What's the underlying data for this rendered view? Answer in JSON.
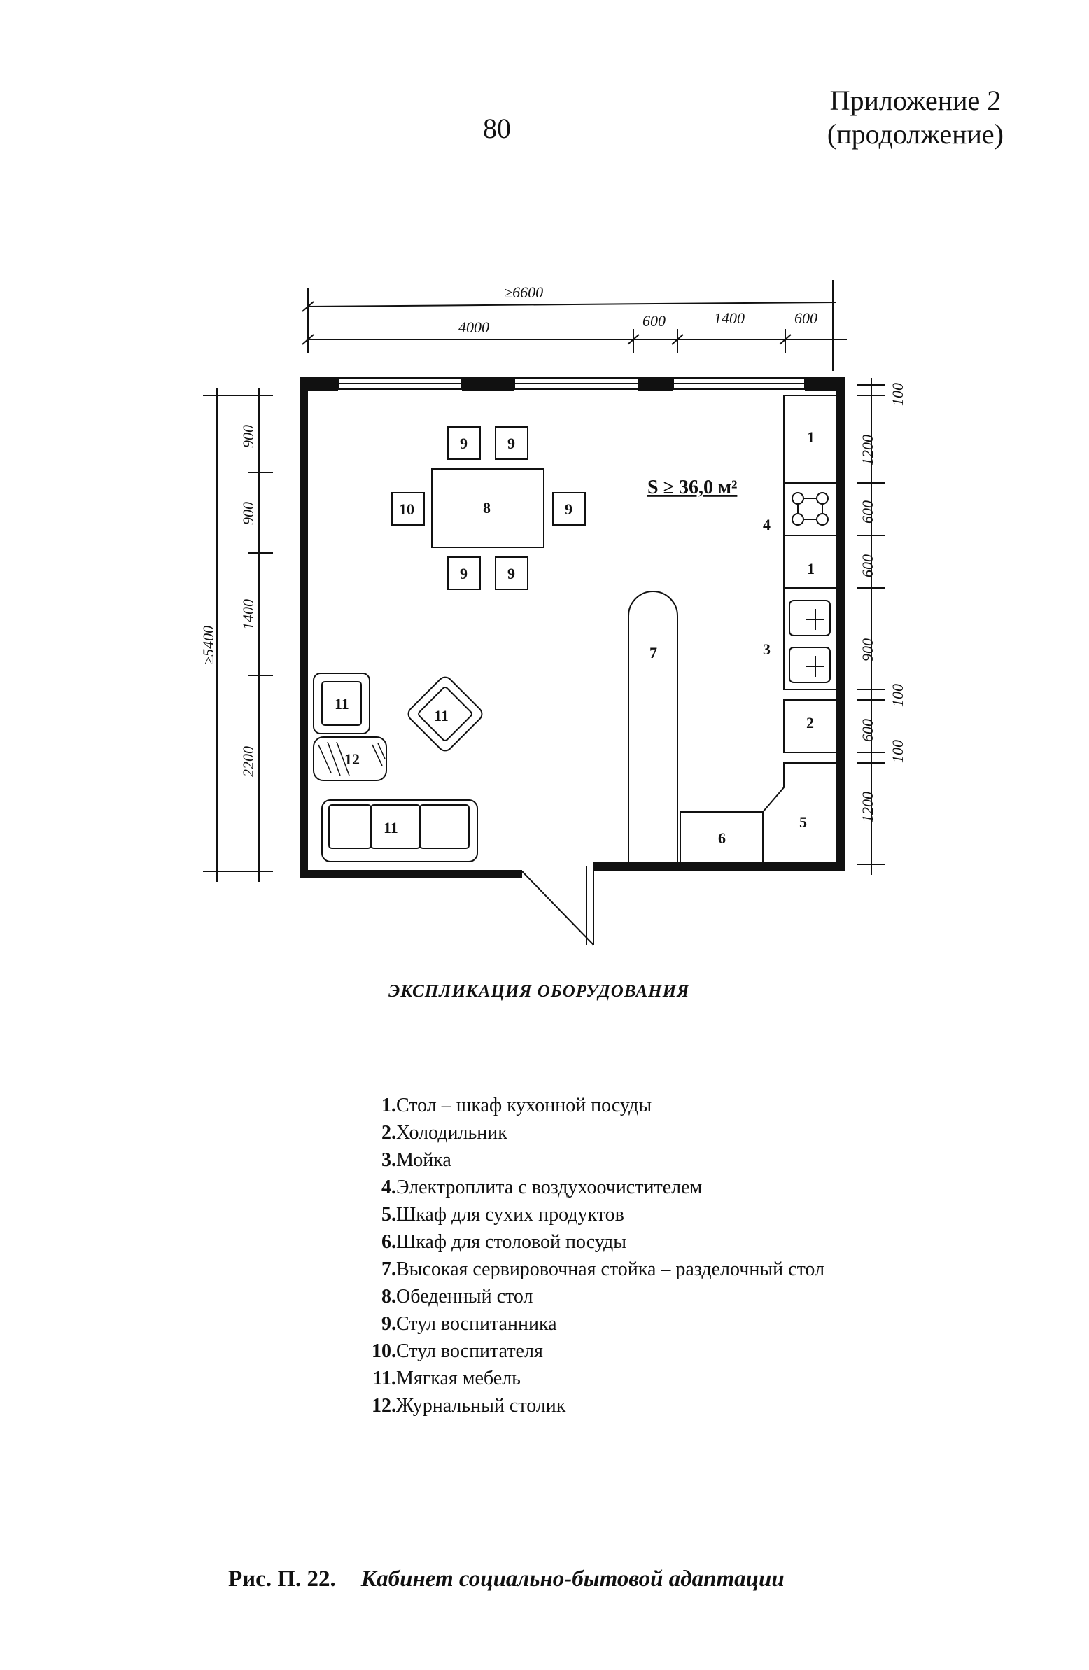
{
  "header": {
    "page_number": "80",
    "appendix_line1": "Приложение 2",
    "appendix_line2": "(продолжение)"
  },
  "plan": {
    "area": "S ≥ 36,0 м²",
    "dimensions_top": {
      "overall": "≥6600",
      "segments": [
        "4000",
        "600",
        "1400",
        "600"
      ]
    },
    "dimensions_left": {
      "overall": "≥5400",
      "segments": [
        "900",
        "900",
        "1400",
        "2200"
      ]
    },
    "dimensions_right": [
      "100",
      "1200",
      "600",
      "600",
      "900",
      "100",
      "600",
      "100",
      "1200"
    ],
    "item_labels": {
      "worktop_top": "1",
      "stove": "4",
      "worktop_mid": "1",
      "sink": "3",
      "fridge": "2",
      "pantry": "5",
      "dish_cabinet": "6",
      "serving_counter": "7",
      "dining_table": "8",
      "chair_student": "9",
      "chair_teacher": "10",
      "armchair": "11",
      "coffee_table": "12"
    }
  },
  "legend": {
    "title": "ЭКСПЛИКАЦИЯ ОБОРУДОВАНИЯ",
    "items": [
      {
        "num": "1.",
        "text": "Стол – шкаф кухонной посуды"
      },
      {
        "num": "2.",
        "text": "Холодильник"
      },
      {
        "num": "3.",
        "text": "Мойка"
      },
      {
        "num": "4.",
        "text": "Электроплита с воздухоочистителем"
      },
      {
        "num": "5.",
        "text": "Шкаф для сухих продуктов"
      },
      {
        "num": "6.",
        "text": "Шкаф для столовой посуды"
      },
      {
        "num": "7.",
        "text": "Высокая сервировочная стойка – разделочный стол"
      },
      {
        "num": "8.",
        "text": "Обеденный стол"
      },
      {
        "num": "9.",
        "text": "Стул воспитанника"
      },
      {
        "num": "10.",
        "text": "Стул воспитателя"
      },
      {
        "num": "11.",
        "text": "Мягкая мебель"
      },
      {
        "num": "12.",
        "text": "Журнальный столик"
      }
    ]
  },
  "caption": {
    "label": "Рис. П. 22.",
    "title": "Кабинет социально-бытовой адаптации"
  }
}
